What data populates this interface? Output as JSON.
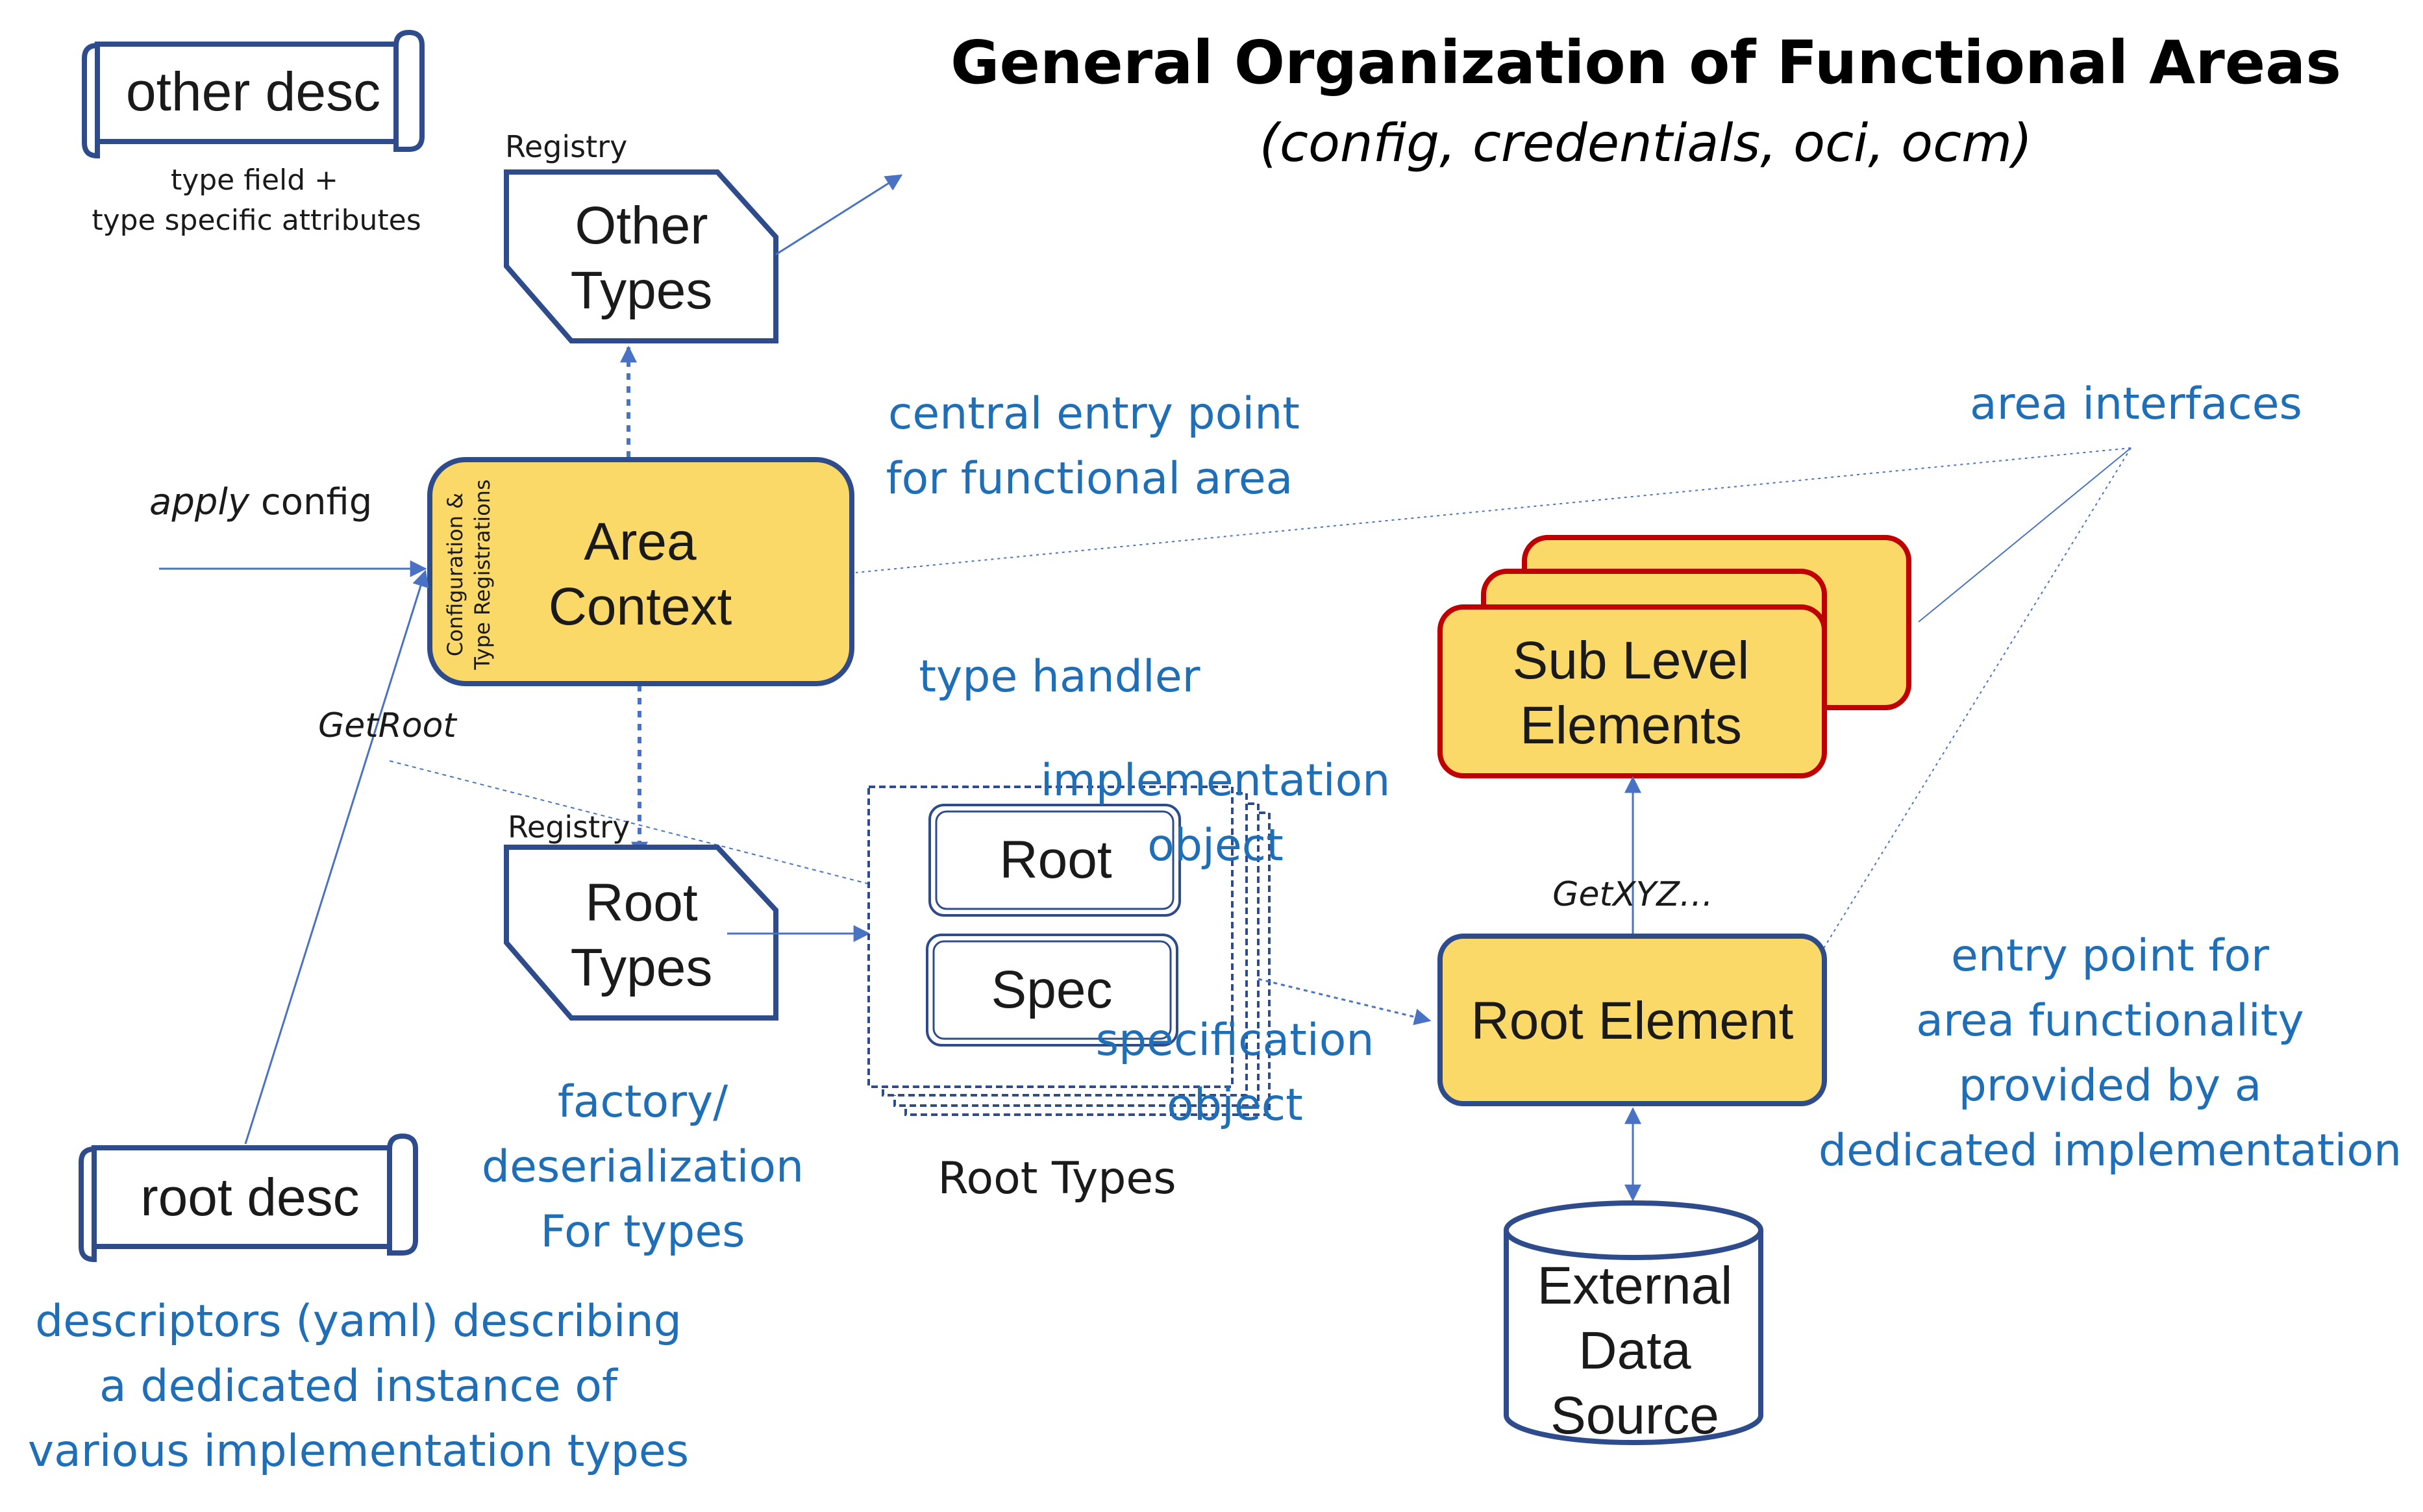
{
  "title": "General Organization of Functional Areas",
  "subtitle": "(config, credentials, oci, ocm)",
  "colors": {
    "blue_text": "#1f6fb8",
    "box_fill": "#fbd969",
    "box_border_blue": "#2e4c8c",
    "box_border_red": "#c00000",
    "connector": "#4a72c4",
    "dark": "#1a1a1a"
  },
  "other_desc": {
    "label": "other desc",
    "note_line1": "type field +",
    "note_line2": "type specific attributes"
  },
  "other_types": {
    "registry_label": "Registry",
    "line1": "Other",
    "line2": "Types"
  },
  "area_context": {
    "line1": "Area",
    "line2": "Context",
    "side_line1": "Configuration &",
    "side_line2": "Type Registrations"
  },
  "apply_config": {
    "italic": "apply",
    "rest": " config"
  },
  "get_root": "GetRoot",
  "central_entry": {
    "line1": "central entry point",
    "line2": "for functional area"
  },
  "area_interfaces": "area interfaces",
  "type_handler": "type handler",
  "implementation_object": {
    "line1": "implementation",
    "line2": "object"
  },
  "specification_object": {
    "line1": "specification",
    "line2": "object"
  },
  "root_types_registry": {
    "registry_label": "Registry",
    "line1": "Root",
    "line2": "Types"
  },
  "root_stack": {
    "root_label": "Root",
    "spec_label": "Spec",
    "caption": "Root Types"
  },
  "factory": {
    "line1": "factory/",
    "line2": "deserialization",
    "line3": "For types"
  },
  "sub_level": {
    "line1": "Sub Level",
    "line2": "Elements"
  },
  "get_xyz": "GetXYZ…",
  "root_element": "Root Element",
  "entry_point": {
    "line1": "entry point for",
    "line2": "area functionality",
    "line3": "provided by a",
    "line4": "dedicated implementation"
  },
  "external": {
    "line1": "External",
    "line2": "Data",
    "line3": "Source"
  },
  "root_desc": {
    "label": "root desc"
  },
  "descriptors": {
    "line1": "descriptors (yaml) describing",
    "line2": "a dedicated instance of",
    "line3": "various implementation types"
  }
}
